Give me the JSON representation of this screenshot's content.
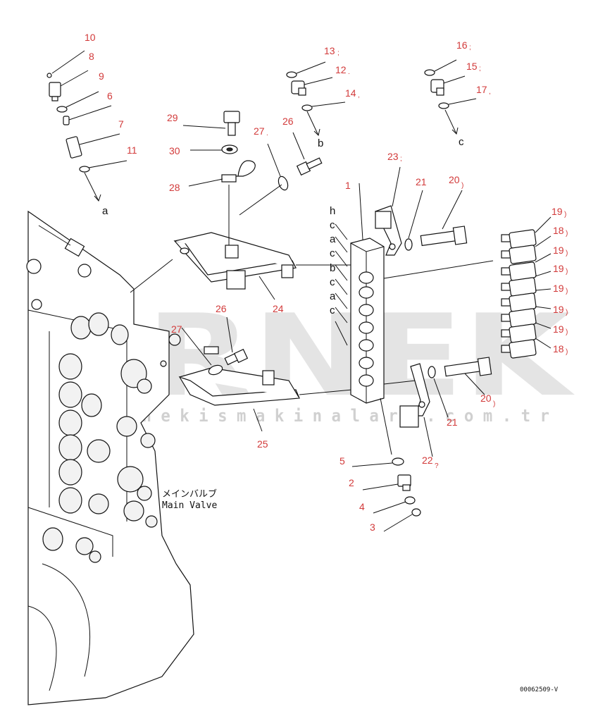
{
  "callouts": [
    {
      "id": "c10",
      "text": "10",
      "suffix": ""
    },
    {
      "id": "c8",
      "text": "8",
      "suffix": ""
    },
    {
      "id": "c9",
      "text": "9",
      "suffix": ""
    },
    {
      "id": "c6",
      "text": "6",
      "suffix": ""
    },
    {
      "id": "c7",
      "text": "7",
      "suffix": ""
    },
    {
      "id": "c11",
      "text": "11",
      "suffix": ""
    },
    {
      "id": "c13",
      "text": "13",
      "suffix": ";"
    },
    {
      "id": "c12",
      "text": "12",
      "suffix": "."
    },
    {
      "id": "c14",
      "text": "14",
      "suffix": ","
    },
    {
      "id": "c16",
      "text": "16",
      "suffix": ";"
    },
    {
      "id": "c15",
      "text": "15",
      "suffix": ";"
    },
    {
      "id": "c17",
      "text": "17",
      "suffix": ","
    },
    {
      "id": "c29",
      "text": "29",
      "suffix": ""
    },
    {
      "id": "c30",
      "text": "30",
      "suffix": ""
    },
    {
      "id": "c28",
      "text": "28",
      "suffix": ""
    },
    {
      "id": "c27a",
      "text": "27",
      "suffix": "."
    },
    {
      "id": "c26a",
      "text": "26",
      "suffix": ""
    },
    {
      "id": "c23",
      "text": "23",
      "suffix": ";"
    },
    {
      "id": "c21a",
      "text": "21",
      "suffix": ""
    },
    {
      "id": "c20a",
      "text": "20",
      "suffix": ")"
    },
    {
      "id": "c1",
      "text": "1",
      "suffix": ""
    },
    {
      "id": "c24",
      "text": "24",
      "suffix": ""
    },
    {
      "id": "c26b",
      "text": "26",
      "suffix": ""
    },
    {
      "id": "c27b",
      "text": "27",
      "suffix": ""
    },
    {
      "id": "c25",
      "text": "25",
      "suffix": ""
    },
    {
      "id": "c19a",
      "text": "19",
      "suffix": ")"
    },
    {
      "id": "c18a",
      "text": "18",
      "suffix": ")"
    },
    {
      "id": "c19b",
      "text": "19",
      "suffix": ")"
    },
    {
      "id": "c19c",
      "text": "19",
      "suffix": ")"
    },
    {
      "id": "c19d",
      "text": "19",
      "suffix": ")"
    },
    {
      "id": "c19e",
      "text": "19",
      "suffix": ")"
    },
    {
      "id": "c19f",
      "text": "19",
      "suffix": ")"
    },
    {
      "id": "c18b",
      "text": "18",
      "suffix": ")"
    },
    {
      "id": "c20b",
      "text": "20",
      "suffix": ")"
    },
    {
      "id": "c21b",
      "text": "21",
      "suffix": ""
    },
    {
      "id": "c22",
      "text": "22",
      "suffix": "?"
    },
    {
      "id": "c5",
      "text": "5",
      "suffix": ""
    },
    {
      "id": "c2",
      "text": "2",
      "suffix": ""
    },
    {
      "id": "c4",
      "text": "4",
      "suffix": ""
    },
    {
      "id": "c3",
      "text": "3",
      "suffix": ""
    }
  ],
  "port_letters": [
    "h",
    "c",
    "a",
    "c",
    "b",
    "c",
    "a",
    "c"
  ],
  "line_refs": {
    "a": "a",
    "b": "b",
    "c": "c"
  },
  "main_valve": {
    "label_jp": "メインバルブ",
    "label_en": "Main Valve"
  },
  "drawing_code": "00062509-V",
  "watermark": {
    "brand": "ÖRNEK",
    "site": "w w w . o r n e k i s m a k i n a l a r i . c o m . t r"
  },
  "colors": {
    "callout": "#d23a3a",
    "line": "#111111",
    "watermark": "#cfcfcf"
  }
}
